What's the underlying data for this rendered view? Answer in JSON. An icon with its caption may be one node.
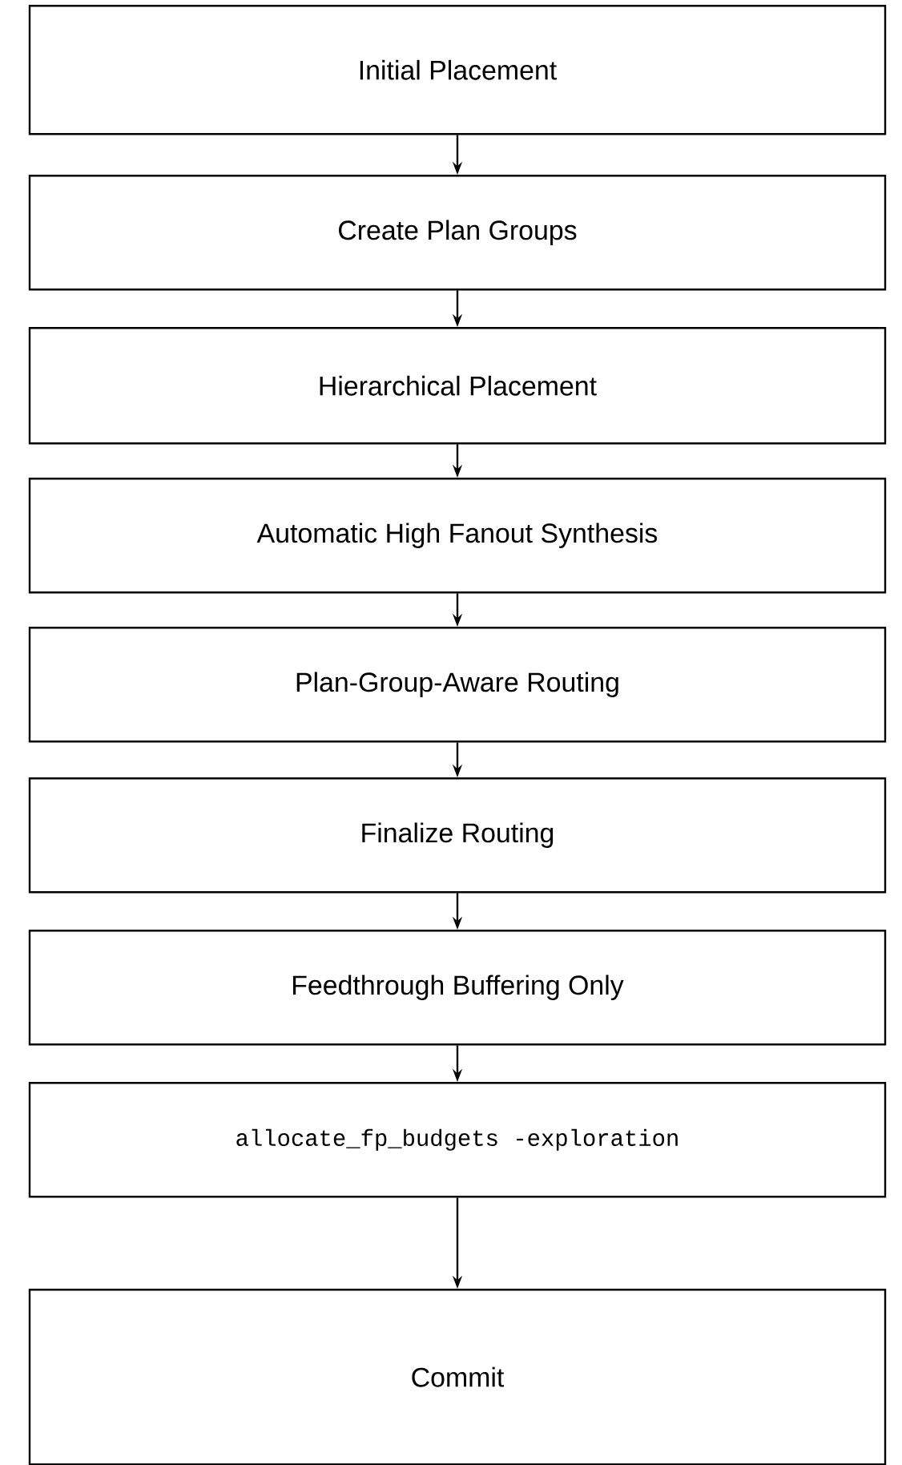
{
  "diagram": {
    "nodes": [
      {
        "text": [
          "Initial Placement"
        ]
      },
      {
        "text": [
          "Create Plan Groups"
        ]
      },
      {
        "text": [
          "Hierarchical Placement"
        ]
      },
      {
        "text": [
          "Automatic High Fanout Synthesis"
        ]
      },
      {
        "text": [
          "Plan-Group-Aware Routing"
        ]
      },
      {
        "text": [
          "Finalize Routing"
        ]
      },
      {
        "text": [
          "Feedthrough Buffering Only"
        ]
      },
      {
        "text": [
          "allocate_fp_budgets -exploration"
        ]
      },
      {
        "text": [
          "Commit"
        ]
      }
    ],
    "edges": [
      {
        "from": 0,
        "to": 1,
        "arrow": "to"
      },
      {
        "from": 1,
        "to": 2,
        "arrow": "to"
      },
      {
        "from": 2,
        "to": 3,
        "arrow": "to"
      },
      {
        "from": 3,
        "to": 4,
        "arrow": "to"
      },
      {
        "from": 4,
        "to": 5,
        "arrow": "to"
      },
      {
        "from": 5,
        "to": 6,
        "arrow": "to"
      },
      {
        "from": 6,
        "to": 7,
        "arrow": "to"
      },
      {
        "from": 7,
        "to": 8,
        "arrow": "to"
      }
    ]
  }
}
